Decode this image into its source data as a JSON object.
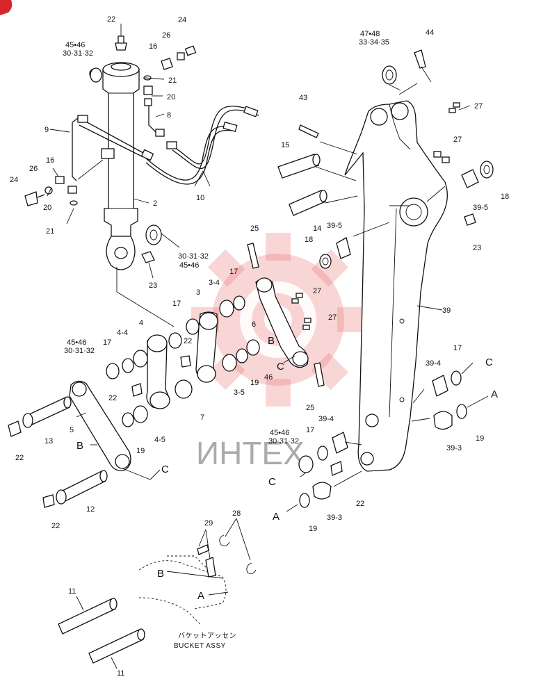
{
  "watermark": {
    "text": "ИНТЕХ",
    "color": "#e86a6a"
  },
  "caption": {
    "japanese": "バケットアッセン",
    "english": "BUCKET ASSY"
  },
  "letters": {
    "B1": "B",
    "C1": "C",
    "B2": "B",
    "C2": "C",
    "C3": "C",
    "A1": "A",
    "C4": "C",
    "A2": "A",
    "B3": "B",
    "A3": "A"
  },
  "labels": {
    "l22a": "22",
    "l24a": "24",
    "l26a": "26",
    "l16a": "16",
    "l4546a": "45•46",
    "l303132a": "30·31·32",
    "l21a": "21",
    "l20a": "20",
    "l8": "8",
    "l9": "9",
    "l2": "2",
    "l10": "10",
    "l24b": "24",
    "l26b": "26",
    "l16b": "16",
    "l20b": "20",
    "l21b": "21",
    "l303132b": "30·31·32",
    "l4546b": "45•46",
    "l23a": "23",
    "l4748": "47•48",
    "l333435": "33·34·35",
    "l44": "44",
    "l43": "43",
    "l27a": "27",
    "l15": "15",
    "l27b": "27",
    "l18a": "18",
    "l39_5a": "39-5",
    "l14": "14",
    "l39_5b": "39-5",
    "l18b": "18",
    "l23b": "23",
    "l25a": "25",
    "l17a": "17",
    "l3_4a": "3-4",
    "l3": "3",
    "l27c": "27",
    "l27d": "27",
    "l6": "6",
    "l39": "39",
    "l17b": "17",
    "l22b": "22",
    "l4": "4",
    "l4_4": "4-4",
    "l17c": "17",
    "l4546c": "45•46",
    "l303132c": "30·31·32",
    "l46": "46",
    "l19a": "19",
    "l3_5": "3-5",
    "l22c": "22",
    "l7": "7",
    "l25b": "25",
    "l17d": "17",
    "l39_4a": "39-4",
    "l19b": "19",
    "l39_3a": "39-3",
    "l13": "13",
    "l5": "5",
    "l22d": "22",
    "l4_5": "4-5",
    "l19c": "19",
    "l39_4b": "39-4",
    "l17e": "17",
    "l4546d": "45•46",
    "l303132d": "30·31·32",
    "l22e": "22",
    "l12": "12",
    "l22f": "22",
    "l39_3b": "39-3",
    "l19d": "19",
    "l29": "29",
    "l28": "28",
    "l11a": "11",
    "l11b": "11"
  }
}
